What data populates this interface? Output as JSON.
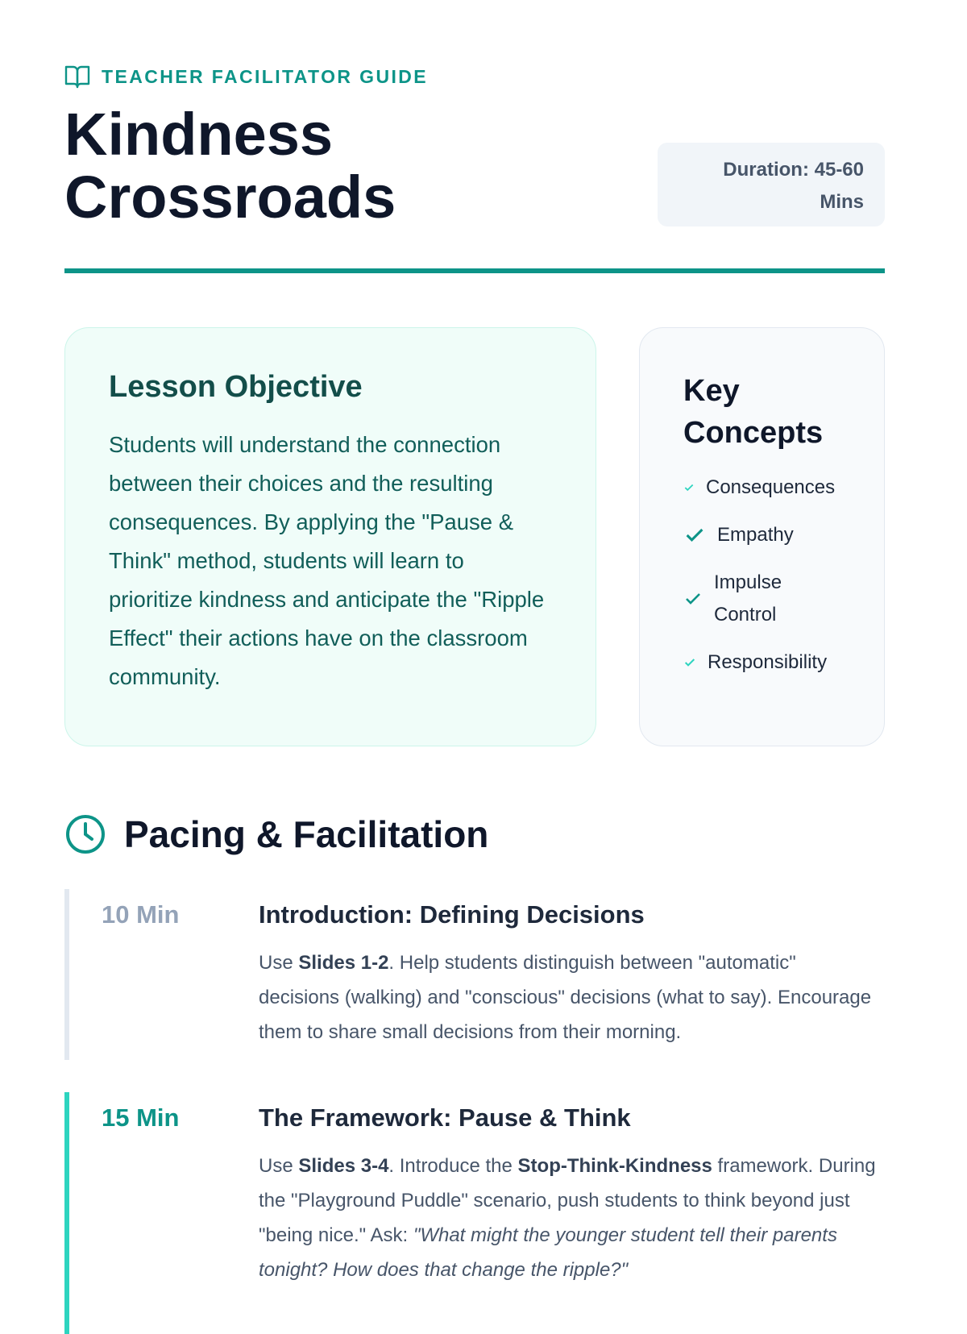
{
  "header": {
    "eyebrow": "TEACHER FACILITATOR GUIDE",
    "title": "Kindness Crossroads",
    "duration": "Duration: 45-60 Mins"
  },
  "objective": {
    "heading": "Lesson Objective",
    "text": "Students will understand the connection between their choices and the resulting consequences. By applying the \"Pause & Think\" method, students will learn to prioritize kindness and anticipate the \"Ripple Effect\" their actions have on the classroom community."
  },
  "concepts": {
    "heading": "Key Concepts",
    "items": [
      "Consequences",
      "Empathy",
      "Impulse Control",
      "Responsibility"
    ]
  },
  "pacing": {
    "heading": "Pacing & Facilitation",
    "steps": [
      {
        "time": "10 Min",
        "title": "Introduction: Defining Decisions",
        "segments": [
          "Use ",
          "Slides 1-2",
          ". Help students distinguish between \"automatic\" decisions (walking) and \"conscious\" decisions (what to say). Encourage them to share small decisions from their morning."
        ]
      },
      {
        "time": "15 Min",
        "title": "The Framework: Pause & Think",
        "segments": [
          "Use ",
          "Slides 3-4",
          ". Introduce the ",
          "Stop-Think-Kindness",
          " framework. During the \"Playground Puddle\" scenario, push students to think beyond just \"being nice.\" Ask: ",
          "\"What might the younger student tell their parents tonight? How does that change the ripple?\""
        ]
      }
    ]
  },
  "colors": {
    "accent": "#0d9488",
    "accent_light": "#2dd4bf",
    "text": "#0f172a"
  }
}
